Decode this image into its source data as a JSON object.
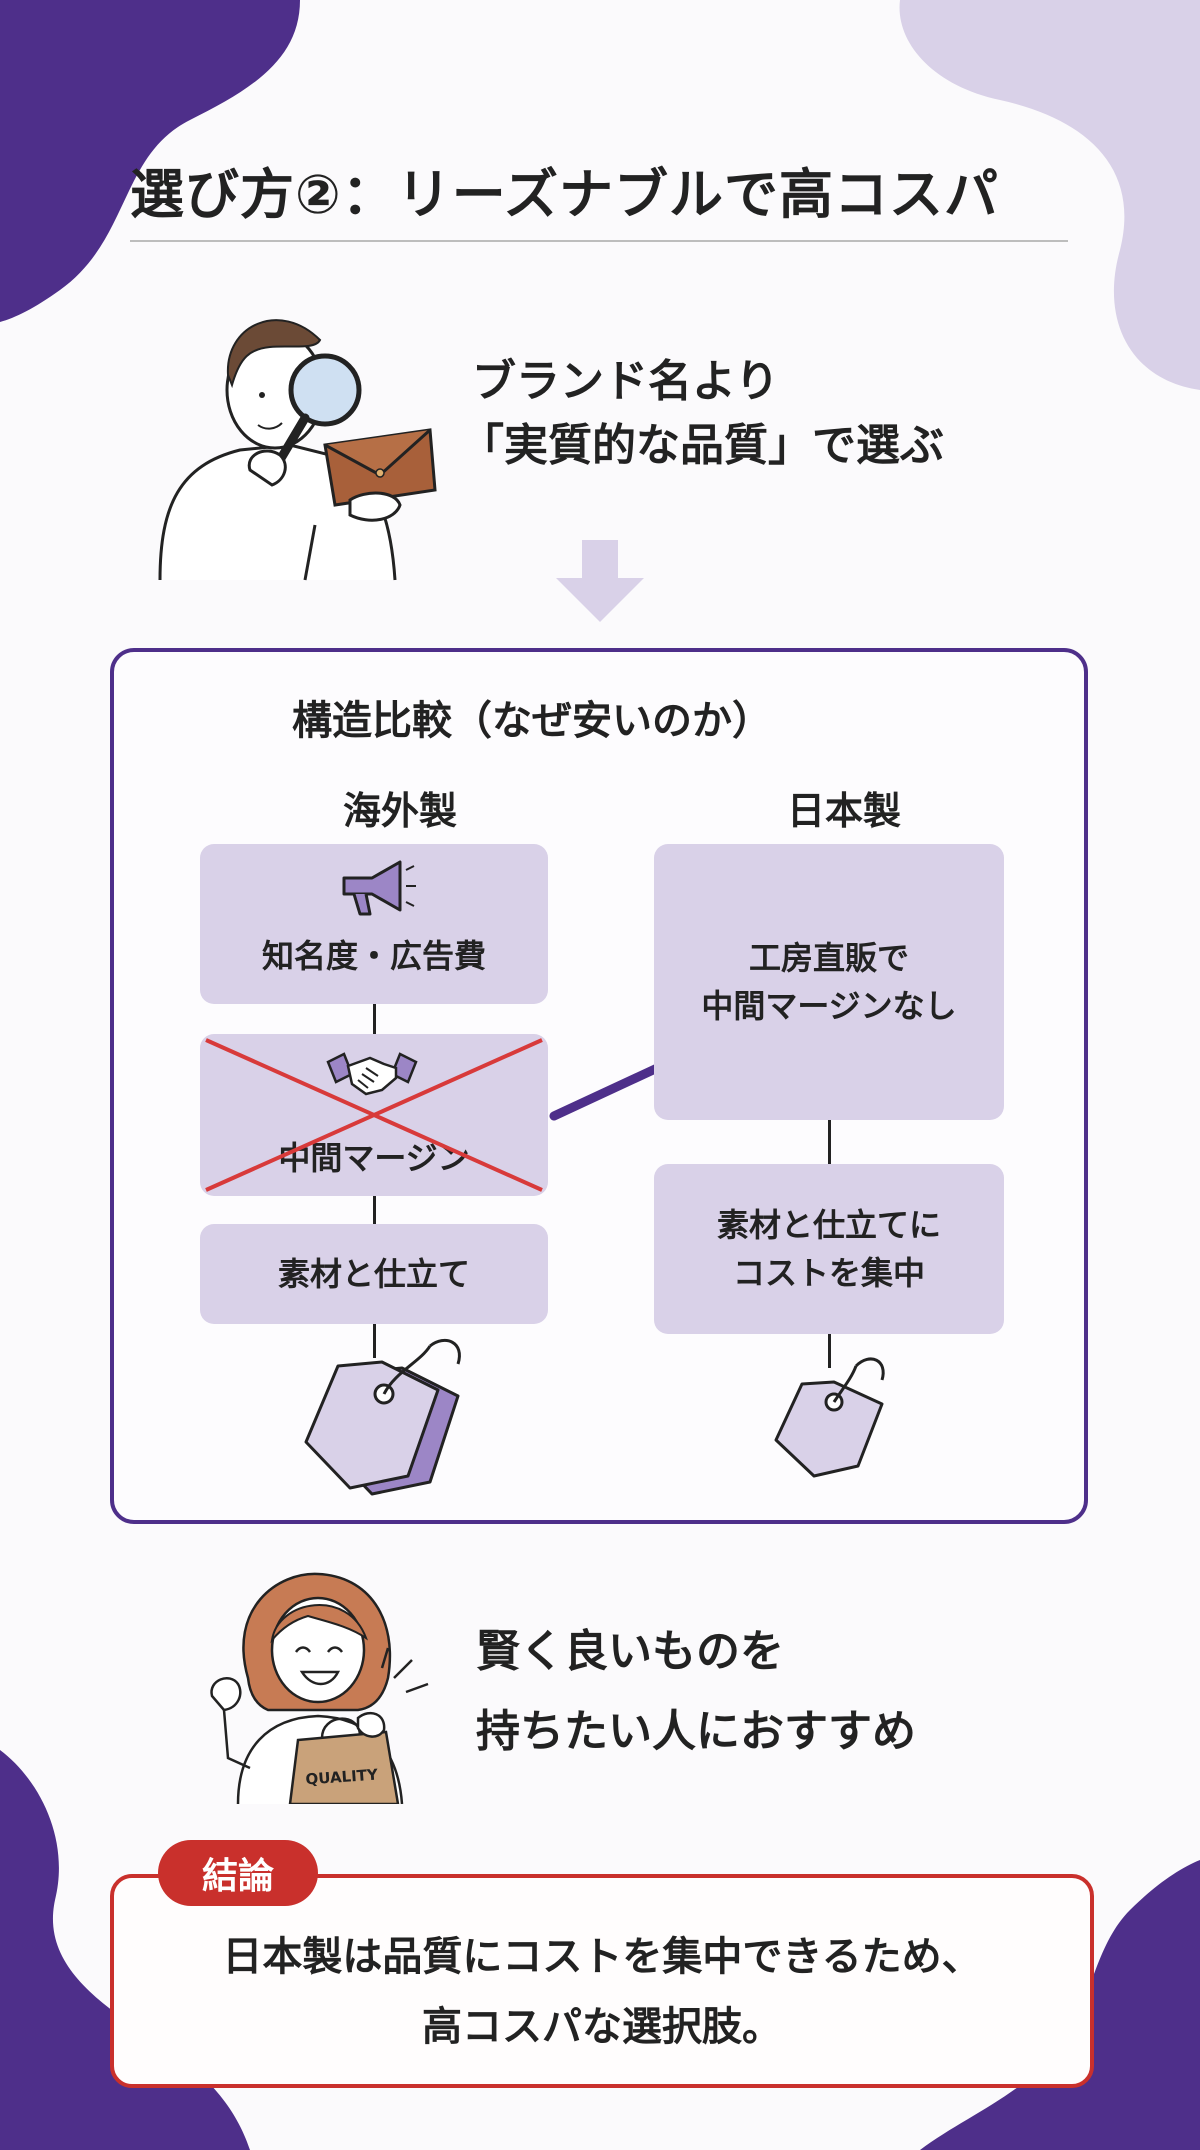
{
  "title": "選び方②：リーズナブルで高コスパ",
  "intro": {
    "line1": "ブランド名より",
    "line2": "「実質的な品質」で選ぶ"
  },
  "comparison": {
    "title": "構造比較（なぜ安いのか）",
    "overseas": {
      "label": "海外製",
      "cards": [
        "知名度・広告費",
        "中間マージン",
        "素材と仕立て"
      ]
    },
    "japan": {
      "label": "日本製",
      "cards": [
        {
          "line1": "工房直販で",
          "line2": "中間マージンなし"
        },
        {
          "line1": "素材と仕立てに",
          "line2": "コストを集中"
        }
      ]
    }
  },
  "recommend": {
    "line1": "賢く良いものを",
    "line2": "持ちたい人におすすめ",
    "bag_label": "QUALITY"
  },
  "conclusion": {
    "badge": "結論",
    "line1": "日本製は品質にコストを集中できるため、",
    "line2": "高コスパな選択肢。"
  },
  "colors": {
    "purple_dark": "#4e2f8a",
    "purple_light": "#d9d1e8",
    "red": "#c9302c"
  },
  "icons": [
    "megaphone-icon",
    "handshake-icon",
    "price-tag-icon",
    "down-arrow-icon",
    "right-arrow-icon"
  ]
}
